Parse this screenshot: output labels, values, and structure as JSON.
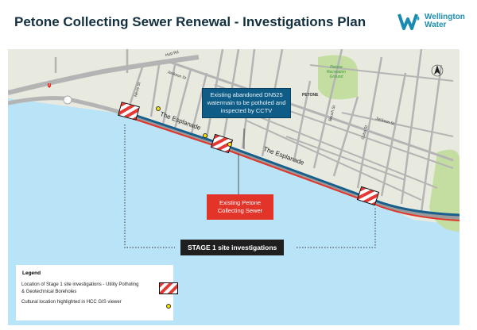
{
  "title": "Petone Collecting Sewer Renewal - Investigations Plan",
  "logo": {
    "line1": "Wellington",
    "line2": "Water"
  },
  "map": {
    "streets": {
      "hutt_rd": "Hutt Rd",
      "jackson_st_1": "Jackson St",
      "jackson_st_2": "Jackson St",
      "nevis_st": "Nevis St",
      "bouch_st": "Bouch St",
      "cuba_st": "Cuba St",
      "esplanade_1": "The Esplanade",
      "esplanade_2": "The Esplanade",
      "petone": "PETONE",
      "recreation_ground": "Petone Recreation Ground",
      "highway": "2"
    },
    "callout_watermain": "Existing abandoned DN525 watermain to be potholed and inspected by CCTV",
    "callout_sewer": "Existing Petone Collecting Sewer",
    "stage_label": "STAGE 1 site investigations",
    "colors": {
      "land": "#e8eadf",
      "water": "#b9e3f7",
      "road": "#b4b4b4",
      "park": "#c3dea0",
      "watermain": "#175f8c",
      "sewer": "#e3342a"
    }
  },
  "legend": {
    "title": "Legend",
    "items": [
      {
        "label": "Location of Stage 1 site investigations - Utility Potholing & Geotechnical Boreholes",
        "symbol": "red-white-hatch"
      },
      {
        "label": "Cultural location highlighted in HCC GIS viewer",
        "symbol": "yellow-dot"
      }
    ]
  }
}
